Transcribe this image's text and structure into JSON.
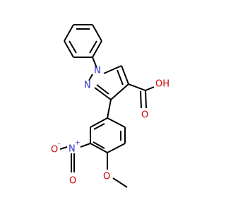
{
  "molecule": {
    "colors": {
      "bond": "#000000",
      "nitrogen": "#3333cc",
      "oxygen": "#cc0000",
      "carbon": "#000000"
    },
    "labels": {
      "n1": "N",
      "n2": "N",
      "oh": "OH",
      "o_carbonyl": "O",
      "n_nitro": "N",
      "n_nitro_charge": "+",
      "o_nitro_minus": "O",
      "o_nitro_minus_charge": "-",
      "o_nitro": "O",
      "o_methoxy": "O"
    }
  }
}
